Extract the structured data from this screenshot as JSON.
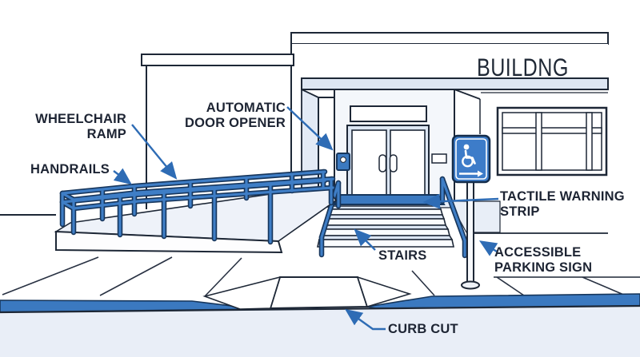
{
  "building": {
    "sign_text": "BUILDNG"
  },
  "labels": {
    "wheelchair_ramp": {
      "line1": "WHEELCHAIR",
      "line2": "RAMP"
    },
    "handrails": {
      "line1": "HANDRAILS"
    },
    "automatic_door_opener": {
      "line1": "AUTOMATIC",
      "line2": "DOOR OPENER"
    },
    "tactile_warning_strip": {
      "line1": "TACTILE WARNING",
      "line2": "STRIP"
    },
    "accessible_parking_sign": {
      "line1": "ACCESSIBLE",
      "line2": "PARKING SIGN"
    },
    "stairs": {
      "line1": "STAIRS"
    },
    "curb_cut": {
      "line1": "CURB CUT"
    }
  },
  "parking_sign": {
    "icon": "wheelchair-symbol",
    "arrow_direction": "right"
  },
  "colors": {
    "accent_arrow_blue": "#2e6cb5",
    "rail_blue": "#3f7ec6",
    "sign_blue": "#3d7cc9",
    "curb_blue": "#3b79c0",
    "tactile_strip_blue": "#3b79c0",
    "surface_light_blue": "#dde6f3",
    "outline_navy": "#1d2736",
    "label_text": "#1d2433",
    "parking_lot_fill": "#e9eef7"
  }
}
